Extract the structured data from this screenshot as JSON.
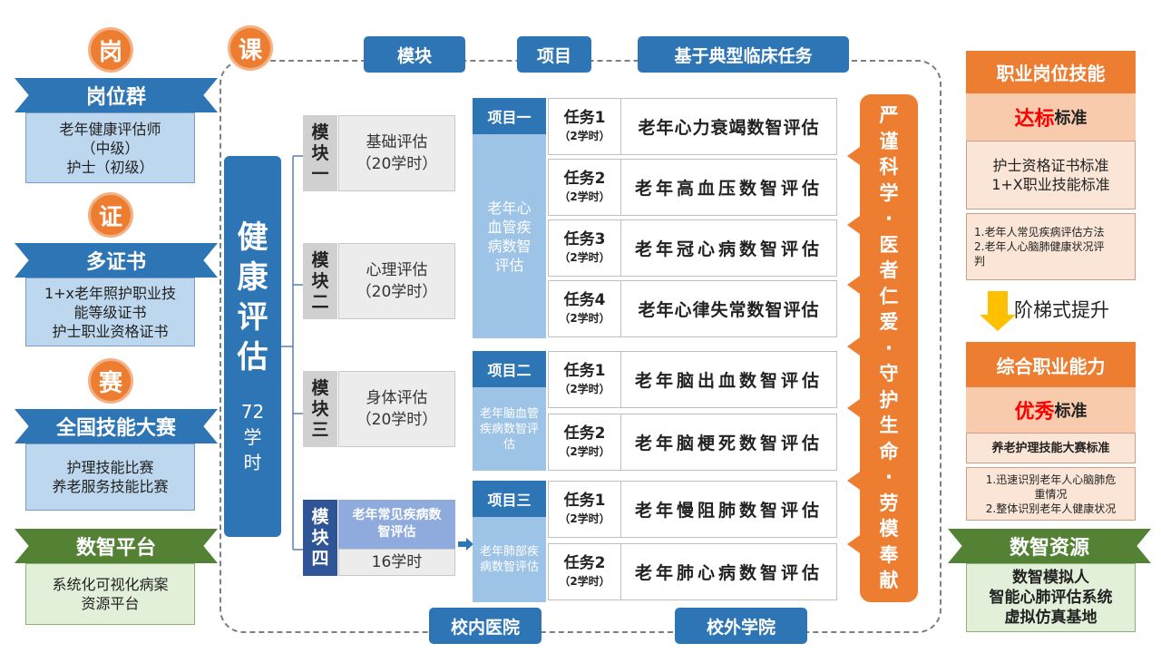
{
  "left": {
    "gang": {
      "badge": "岗",
      "banner": "岗位群",
      "lines": [
        "老年健康评估师",
        "（中级）",
        "护士（初级）"
      ]
    },
    "zheng": {
      "badge": "证",
      "banner": "多证书",
      "lines": [
        "1+x老年照护职业技",
        "能等级证书",
        "护士职业资格证书"
      ]
    },
    "sai": {
      "badge": "赛",
      "banner": "全国技能大赛",
      "lines": [
        "护理技能比赛",
        "养老服务技能比赛"
      ]
    },
    "platform": {
      "banner": "数智平台",
      "lines": [
        "系统化可视化病案",
        "资源平台"
      ]
    }
  },
  "course": {
    "badge": "课",
    "captions": [
      "模块",
      "项目",
      "基于典型临床任务"
    ],
    "main_chars": [
      "健",
      "康",
      "评",
      "估"
    ],
    "hours_chars": [
      "72",
      "学",
      "时"
    ],
    "modules": [
      {
        "label": [
          "模",
          "块",
          "一"
        ],
        "name": "基础评估",
        "hours": "（20学时）"
      },
      {
        "label": [
          "模",
          "块",
          "二"
        ],
        "name": "心理评估",
        "hours": "（20学时）"
      },
      {
        "label": [
          "模",
          "块",
          "三"
        ],
        "name": "身体评估",
        "hours": "（20学时）"
      },
      {
        "label": [
          "模",
          "块",
          "四"
        ],
        "name": "老年常见疾病数智评估",
        "hours": "16学时"
      }
    ],
    "projects": [
      {
        "head": "项目一",
        "body": "老年心血管疾病数智评估",
        "tasks": [
          {
            "no": "任务1",
            "hrs": "（2学时）",
            "name": "老年心力衰竭数智评估"
          },
          {
            "no": "任务2",
            "hrs": "（2学时）",
            "name": "老年高血压数智评估"
          },
          {
            "no": "任务3",
            "hrs": "（2学时）",
            "name": "老年冠心病数智评估"
          },
          {
            "no": "任务4",
            "hrs": "（2学时）",
            "name": "老年心律失常数智评估"
          }
        ]
      },
      {
        "head": "项目二",
        "body": "老年脑血管疾病数智评估",
        "tasks": [
          {
            "no": "任务1",
            "hrs": "（2学时）",
            "name": "老年脑出血数智评估"
          },
          {
            "no": "任务2",
            "hrs": "（2学时）",
            "name": "老年脑梗死数智评估"
          }
        ]
      },
      {
        "head": "项目三",
        "body": "老年肺部疾病数智评估",
        "tasks": [
          {
            "no": "任务1",
            "hrs": "（2学时）",
            "name": "老年慢阻肺数智评估"
          },
          {
            "no": "任务2",
            "hrs": "（2学时）",
            "name": "老年肺心病数智评估"
          }
        ]
      }
    ],
    "values_chars": [
      "严",
      "谨",
      "科",
      "学",
      "·",
      "医",
      "者",
      "仁",
      "爱",
      "·",
      "守",
      "护",
      "生",
      "命",
      "·",
      "劳",
      "模",
      "奉",
      "献"
    ],
    "bottom": [
      "校内医院",
      "校外学院"
    ]
  },
  "right": {
    "skill_head": "职业岗位技能",
    "skill_std_hi": "达标",
    "skill_std": "标准",
    "skill_lines": [
      "护士资格证书标准",
      "1+X职业技能标准"
    ],
    "skill_small": [
      "1.老年人常见疾病评估方法",
      "2.老年人心脑肺健康状况评",
      "判"
    ],
    "ladder": "阶梯式提升",
    "ability_head": "综合职业能力",
    "ability_std_hi": "优秀",
    "ability_std": "标准",
    "ability_line": "养老护理技能大赛标准",
    "ability_small": [
      "1.迅速识别老年人心脑肺危",
      "重情况",
      "2.整体识别老年人健康状况"
    ],
    "resource_banner": "数智资源",
    "resource_lines": [
      "数智模拟人",
      "智能心肺评估系统",
      "虚拟仿真基地"
    ]
  },
  "colors": {
    "blue": "#2e75b6",
    "orange": "#ed7d31",
    "green": "#548235",
    "light_blue": "#bdd7ee",
    "light_orange": "#fbe5d6"
  }
}
